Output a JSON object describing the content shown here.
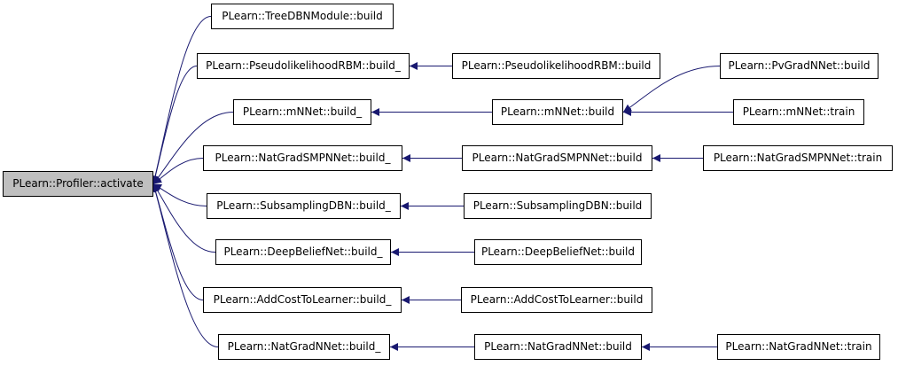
{
  "graph": {
    "root": "PLearn::Profiler::activate",
    "nodes": {
      "tree_build": "PLearn::TreeDBNModule::build",
      "pseudo_build_": "PLearn::PseudolikelihoodRBM::build_",
      "pseudo_build": "PLearn::PseudolikelihoodRBM::build",
      "pvgrad_build": "PLearn::PvGradNNet::build",
      "mnnet_build_": "PLearn::mNNet::build_",
      "mnnet_build": "PLearn::mNNet::build",
      "mnnet_train": "PLearn::mNNet::train",
      "natsmp_build_": "PLearn::NatGradSMPNNet::build_",
      "natsmp_build": "PLearn::NatGradSMPNNet::build",
      "natsmp_train": "PLearn::NatGradSMPNNet::train",
      "subsamp_build_": "PLearn::SubsamplingDBN::build_",
      "subsamp_build": "PLearn::SubsamplingDBN::build",
      "deep_build_": "PLearn::DeepBeliefNet::build_",
      "deep_build": "PLearn::DeepBeliefNet::build",
      "addcost_build_": "PLearn::AddCostToLearner::build_",
      "addcost_build": "PLearn::AddCostToLearner::build",
      "natg_build_": "PLearn::NatGradNNet::build_",
      "natg_build": "PLearn::NatGradNNet::build",
      "natg_train": "PLearn::NatGradNNet::train"
    },
    "edges": [
      [
        "tree_build",
        "root"
      ],
      [
        "pseudo_build_",
        "root"
      ],
      [
        "mnnet_build_",
        "root"
      ],
      [
        "natsmp_build_",
        "root"
      ],
      [
        "subsamp_build_",
        "root"
      ],
      [
        "deep_build_",
        "root"
      ],
      [
        "addcost_build_",
        "root"
      ],
      [
        "natg_build_",
        "root"
      ],
      [
        "pseudo_build",
        "pseudo_build_"
      ],
      [
        "mnnet_build",
        "mnnet_build_"
      ],
      [
        "natsmp_build",
        "natsmp_build_"
      ],
      [
        "subsamp_build",
        "subsamp_build_"
      ],
      [
        "deep_build",
        "deep_build_"
      ],
      [
        "addcost_build",
        "addcost_build_"
      ],
      [
        "natg_build",
        "natg_build_"
      ],
      [
        "pvgrad_build",
        "mnnet_build"
      ],
      [
        "mnnet_train",
        "mnnet_build"
      ],
      [
        "natsmp_train",
        "natsmp_build"
      ],
      [
        "natg_train",
        "natg_build"
      ]
    ]
  },
  "colors": {
    "edge": "#191970",
    "root_fill": "#bfbfbf",
    "node_border": "#000000"
  }
}
